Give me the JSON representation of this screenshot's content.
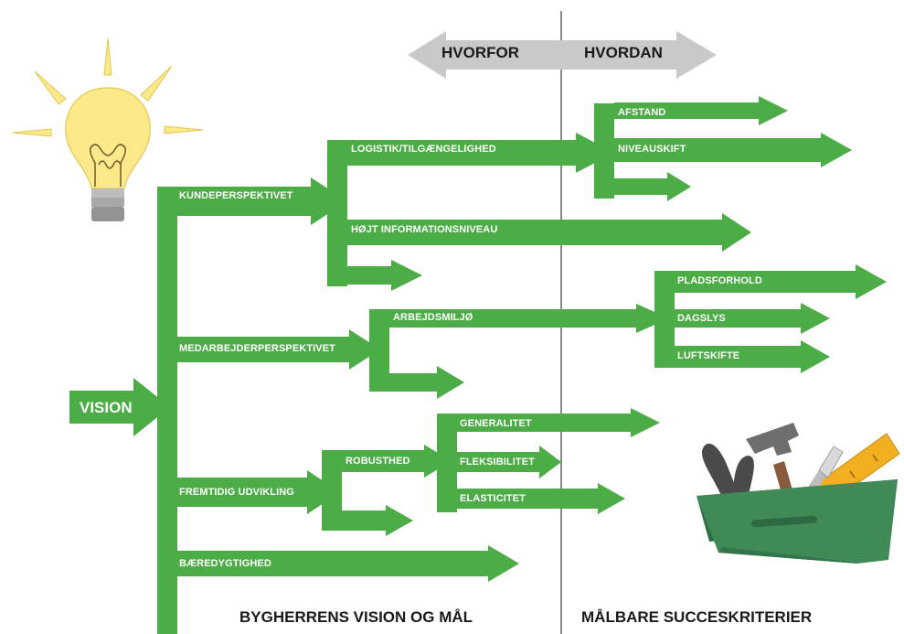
{
  "colors": {
    "green": "#4cac46",
    "arrow_gray": "#c9c9c9",
    "divider": "#8a8a8a",
    "bulb": "#fbe98a",
    "toolbox": "#3f8a56"
  },
  "header": {
    "left": "HVORFOR",
    "right": "HVORDAN"
  },
  "root": {
    "label": "VISION"
  },
  "branches": {
    "kunde": "KUNDEPERSPEKTIVET",
    "logistik": "LOGISTIK/TILGÆNGELIGHED",
    "afstand": "AFSTAND",
    "niveauskift": "NIVEAUSKIFT",
    "hojt": "HØJT INFORMATIONSNIVEAU",
    "medarbejder": "MEDARBEJDERPERSPEKTIVET",
    "arbejdsmiljo": "ARBEJDSMILJØ",
    "pladsforhold": "PLADSFORHOLD",
    "dagslys": "DAGSLYS",
    "luftskifte": "LUFTSKIFTE",
    "fremtidig": "FREMTIDIG UDVIKLING",
    "robusthed": "ROBUSTHED",
    "generalitet": "GENERALITET",
    "fleksibilitet": "FLEKSIBILITET",
    "elasticitet": "ELASTICITET",
    "baeredygtighed": "BÆREDYGTIGHED"
  },
  "footer": {
    "left": "BYGHERRENS VISION OG MÅL",
    "right": "MÅLBARE SUCCESKRITERIER"
  },
  "illustrations": [
    "light-bulb-icon",
    "toolbox-icon"
  ]
}
